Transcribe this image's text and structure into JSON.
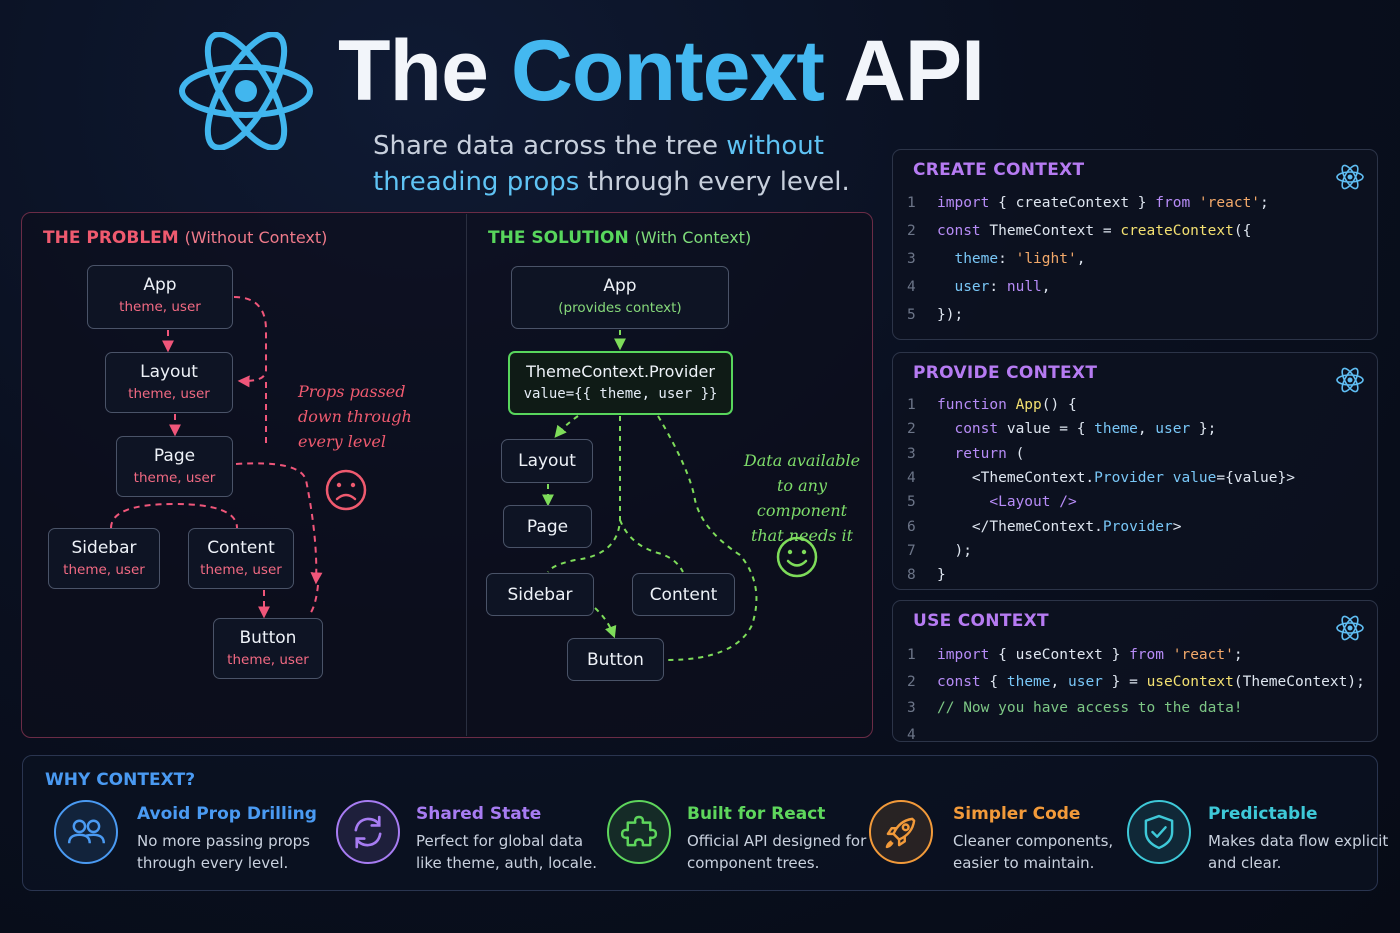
{
  "header": {
    "title_part1": "The",
    "title_part2": "Context",
    "title_part3": "API",
    "subtitle_a": "Share data across the tree ",
    "subtitle_b": "without",
    "subtitle_c": "threading props",
    "subtitle_d": " through every level."
  },
  "problem": {
    "label": "THE PROBLEM",
    "label_sub": "(Without Context)",
    "nodes": {
      "app": {
        "name": "App",
        "props": "theme, user"
      },
      "layout": {
        "name": "Layout",
        "props": "theme, user"
      },
      "page": {
        "name": "Page",
        "props": "theme, user"
      },
      "sidebar": {
        "name": "Sidebar",
        "props": "theme, user"
      },
      "content": {
        "name": "Content",
        "props": "theme, user"
      },
      "button": {
        "name": "Button",
        "props": "theme, user"
      }
    },
    "note_lines": [
      "Props passed",
      "down through",
      "every level"
    ]
  },
  "solution": {
    "label": "THE SOLUTION",
    "label_sub": "(With Context)",
    "nodes": {
      "app": {
        "name": "App",
        "props": "(provides context)"
      },
      "provider": {
        "name": "ThemeContext.Provider",
        "code": "value={{ theme, user }}"
      },
      "layout": {
        "name": "Layout"
      },
      "page": {
        "name": "Page"
      },
      "sidebar": {
        "name": "Sidebar"
      },
      "content": {
        "name": "Content"
      },
      "button": {
        "name": "Button"
      }
    },
    "note_lines": [
      "Data available",
      "to any component",
      "that needs it"
    ]
  },
  "cards": {
    "create": {
      "title": "CREATE CONTEXT",
      "lines": [
        {
          "n": "1",
          "tokens": [
            [
              "k",
              "import"
            ],
            [
              "p",
              " { createContext } "
            ],
            [
              "k",
              "from"
            ],
            [
              "p",
              " "
            ],
            [
              "s",
              "'react'"
            ],
            [
              "p",
              ";"
            ]
          ]
        },
        {
          "n": "2",
          "tokens": [
            [
              "k",
              "const"
            ],
            [
              "p",
              " ThemeContext = "
            ],
            [
              "f",
              "createContext"
            ],
            [
              "p",
              "({"
            ]
          ]
        },
        {
          "n": "3",
          "tokens": [
            [
              "p",
              "  "
            ],
            [
              "v",
              "theme"
            ],
            [
              "p",
              ": "
            ],
            [
              "s",
              "'light'"
            ],
            [
              "p",
              ","
            ]
          ]
        },
        {
          "n": "4",
          "tokens": [
            [
              "p",
              "  "
            ],
            [
              "v",
              "user"
            ],
            [
              "p",
              ": "
            ],
            [
              "k",
              "null"
            ],
            [
              "p",
              ","
            ]
          ]
        },
        {
          "n": "5",
          "tokens": [
            [
              "p",
              "});"
            ]
          ]
        }
      ]
    },
    "provide": {
      "title": "PROVIDE CONTEXT",
      "lines": [
        {
          "n": "1",
          "tokens": [
            [
              "k",
              "function"
            ],
            [
              "p",
              " "
            ],
            [
              "f",
              "App"
            ],
            [
              "p",
              "() {"
            ]
          ]
        },
        {
          "n": "2",
          "tokens": [
            [
              "p",
              "  "
            ],
            [
              "k",
              "const"
            ],
            [
              "p",
              " value = { "
            ],
            [
              "v",
              "theme"
            ],
            [
              "p",
              ", "
            ],
            [
              "v",
              "user"
            ],
            [
              "p",
              " };"
            ]
          ]
        },
        {
          "n": "3",
          "tokens": [
            [
              "p",
              "  "
            ],
            [
              "k",
              "return"
            ],
            [
              "p",
              " ("
            ]
          ]
        },
        {
          "n": "4",
          "tokens": [
            [
              "p",
              "    <ThemeContext."
            ],
            [
              "v",
              "Provider"
            ],
            [
              "p",
              " "
            ],
            [
              "v",
              "value"
            ],
            [
              "p",
              "={value}>"
            ]
          ]
        },
        {
          "n": "5",
          "tokens": [
            [
              "p",
              "      "
            ],
            [
              "k",
              "<Layout />"
            ]
          ]
        },
        {
          "n": "6",
          "tokens": [
            [
              "p",
              "    </ThemeContext."
            ],
            [
              "v",
              "Provider"
            ],
            [
              "p",
              ">"
            ]
          ]
        },
        {
          "n": "7",
          "tokens": [
            [
              "p",
              "  );"
            ]
          ]
        },
        {
          "n": "8",
          "tokens": [
            [
              "p",
              "}"
            ]
          ]
        }
      ]
    },
    "use": {
      "title": "USE CONTEXT",
      "lines": [
        {
          "n": "1",
          "tokens": [
            [
              "k",
              "import"
            ],
            [
              "p",
              " { useContext } "
            ],
            [
              "k",
              "from"
            ],
            [
              "p",
              " "
            ],
            [
              "s",
              "'react'"
            ],
            [
              "p",
              ";"
            ]
          ]
        },
        {
          "n": "2",
          "tokens": [
            [
              "k",
              "const"
            ],
            [
              "p",
              " { "
            ],
            [
              "v",
              "theme"
            ],
            [
              "p",
              ", "
            ],
            [
              "v",
              "user"
            ],
            [
              "p",
              " } = "
            ],
            [
              "f",
              "useContext"
            ],
            [
              "p",
              "(ThemeContext);"
            ]
          ]
        },
        {
          "n": "3",
          "tokens": [
            [
              "c",
              "// Now you have access to the data!"
            ]
          ]
        },
        {
          "n": "4",
          "tokens": []
        }
      ]
    }
  },
  "why": {
    "title": "WHY CONTEXT?",
    "items": [
      {
        "head": "Avoid Prop Drilling",
        "body": "No more passing props through every level.",
        "color": "#4a9af2",
        "icon": "users-icon"
      },
      {
        "head": "Shared State",
        "body": "Perfect for global data like theme, auth, locale.",
        "color": "#a77cf2",
        "icon": "sync-icon"
      },
      {
        "head": "Built for React",
        "body": "Official API designed for component trees.",
        "color": "#5ed65c",
        "icon": "puzzle-icon"
      },
      {
        "head": "Simpler Code",
        "body": "Cleaner components, easier to maintain.",
        "color": "#f29a3a",
        "icon": "rocket-icon"
      },
      {
        "head": "Predictable",
        "body": "Makes data flow explicit and clear.",
        "color": "#3ec9d8",
        "icon": "shield-check-icon"
      }
    ]
  }
}
